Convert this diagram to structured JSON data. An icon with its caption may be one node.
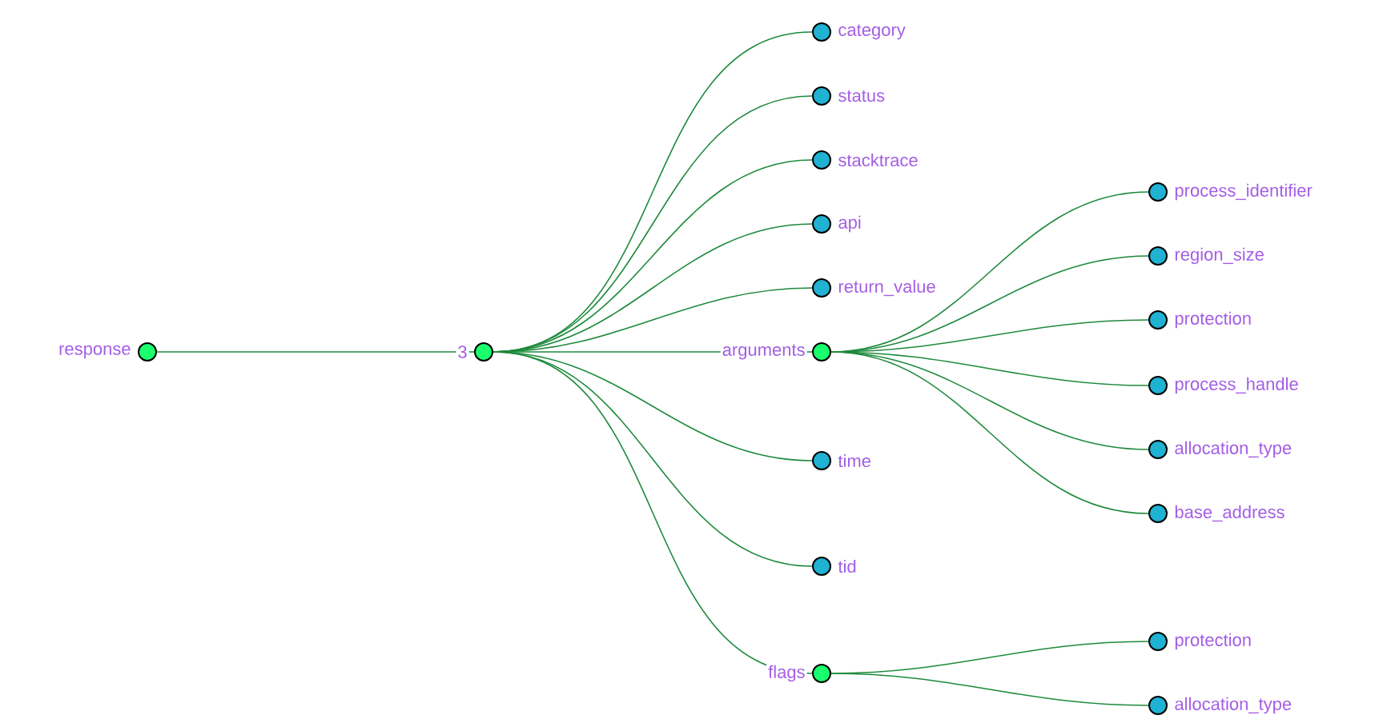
{
  "diagram": {
    "nodes": [
      {
        "text": [
          "response"
        ]
      },
      {
        "text": [
          "3"
        ]
      },
      {
        "text": [
          "category"
        ]
      },
      {
        "text": [
          "status"
        ]
      },
      {
        "text": [
          "stacktrace"
        ]
      },
      {
        "text": [
          "api"
        ]
      },
      {
        "text": [
          "return_value"
        ]
      },
      {
        "text": [
          "arguments"
        ]
      },
      {
        "text": [
          "time"
        ]
      },
      {
        "text": [
          "tid"
        ]
      },
      {
        "text": [
          "flags"
        ]
      },
      {
        "text": [
          "process_identifier"
        ]
      },
      {
        "text": [
          "region_size"
        ]
      },
      {
        "text": [
          "protection"
        ]
      },
      {
        "text": [
          "process_handle"
        ]
      },
      {
        "text": [
          "allocation_type"
        ]
      },
      {
        "text": [
          "base_address"
        ]
      },
      {
        "text": [
          "protection"
        ]
      },
      {
        "text": [
          "allocation_type"
        ]
      }
    ],
    "edges": [
      {
        "from": 0,
        "to": 1,
        "arrow": "none"
      },
      {
        "from": 1,
        "to": 2,
        "arrow": "none"
      },
      {
        "from": 1,
        "to": 3,
        "arrow": "none"
      },
      {
        "from": 1,
        "to": 4,
        "arrow": "none"
      },
      {
        "from": 1,
        "to": 5,
        "arrow": "none"
      },
      {
        "from": 1,
        "to": 6,
        "arrow": "none"
      },
      {
        "from": 1,
        "to": 7,
        "arrow": "none"
      },
      {
        "from": 1,
        "to": 8,
        "arrow": "none"
      },
      {
        "from": 1,
        "to": 9,
        "arrow": "none"
      },
      {
        "from": 1,
        "to": 10,
        "arrow": "none"
      },
      {
        "from": 7,
        "to": 11,
        "arrow": "none"
      },
      {
        "from": 7,
        "to": 12,
        "arrow": "none"
      },
      {
        "from": 7,
        "to": 13,
        "arrow": "none"
      },
      {
        "from": 7,
        "to": 14,
        "arrow": "none"
      },
      {
        "from": 7,
        "to": 15,
        "arrow": "none"
      },
      {
        "from": 7,
        "to": 16,
        "arrow": "none"
      },
      {
        "from": 10,
        "to": 17,
        "arrow": "none"
      },
      {
        "from": 10,
        "to": 18,
        "arrow": "none"
      }
    ]
  }
}
